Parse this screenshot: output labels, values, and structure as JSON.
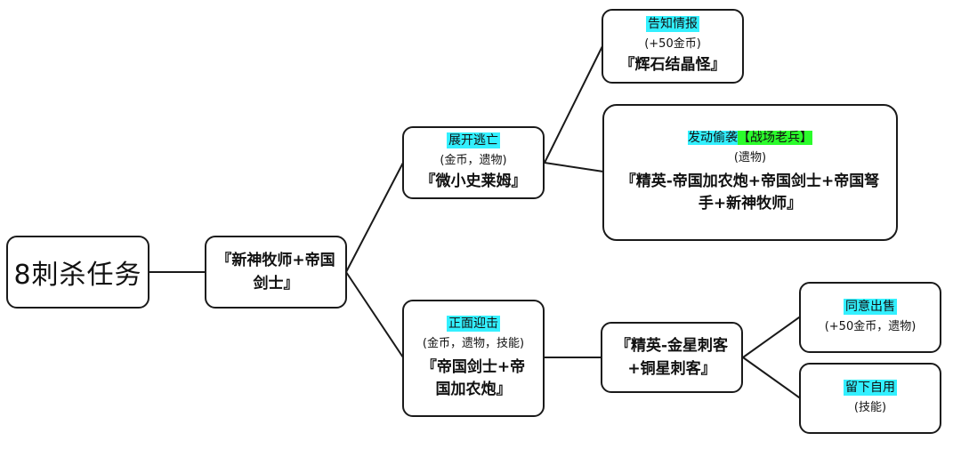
{
  "root": {
    "label": "8刺杀任务"
  },
  "first": {
    "enemy": "『新神牧师+帝国剑士』"
  },
  "escape": {
    "title": "展开逃亡",
    "reward": "(金币，遗物)",
    "enemy": "『微小史莱姆』"
  },
  "report": {
    "title": "告知情报",
    "reward": "(+50金币)",
    "enemy": "『辉石结晶怪』"
  },
  "sneak": {
    "title": "发动偷袭",
    "tag": "【战场老兵】",
    "reward": "(遗物)",
    "enemy": "『精英-帝国加农炮+帝国剑士+帝国弩手+新神牧师』"
  },
  "front": {
    "title": "正面迎击",
    "reward": "(金币，遗物，技能)",
    "enemy": "『帝国剑士+帝国加农炮』"
  },
  "elite": {
    "enemy": "『精英-金星刺客+铜星刺客』"
  },
  "sell": {
    "title": "同意出售",
    "reward": "(+50金币，遗物)"
  },
  "keep": {
    "title": "留下自用",
    "reward": "(技能)"
  },
  "colors": {
    "highlight": "#33f0ff",
    "tag_highlight": "#2bfc2b",
    "stroke": "#1a1a1a"
  }
}
